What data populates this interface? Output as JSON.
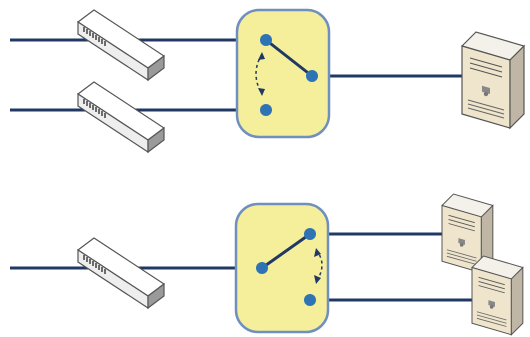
{
  "diagram": {
    "panels": [
      {
        "id": "top",
        "inputs": 2,
        "outputs": 1,
        "network_device": "hub-switch",
        "endpoint": "server"
      },
      {
        "id": "bottom",
        "inputs": 1,
        "outputs": 2,
        "network_device": "hub-switch",
        "endpoint": "server"
      }
    ],
    "colors": {
      "cable": "#1f3864",
      "switch_box_fill": "#f5ef9c",
      "switch_box_border": "#6f8fbf",
      "contact_node": "#2e74b5",
      "device_body": "#f2f2f2",
      "device_top": "#d9d9d9",
      "server_body": "#e8dcc4"
    },
    "icons": [
      "network-switch-icon",
      "server-tower-icon",
      "toggle-switch-icon"
    ]
  }
}
